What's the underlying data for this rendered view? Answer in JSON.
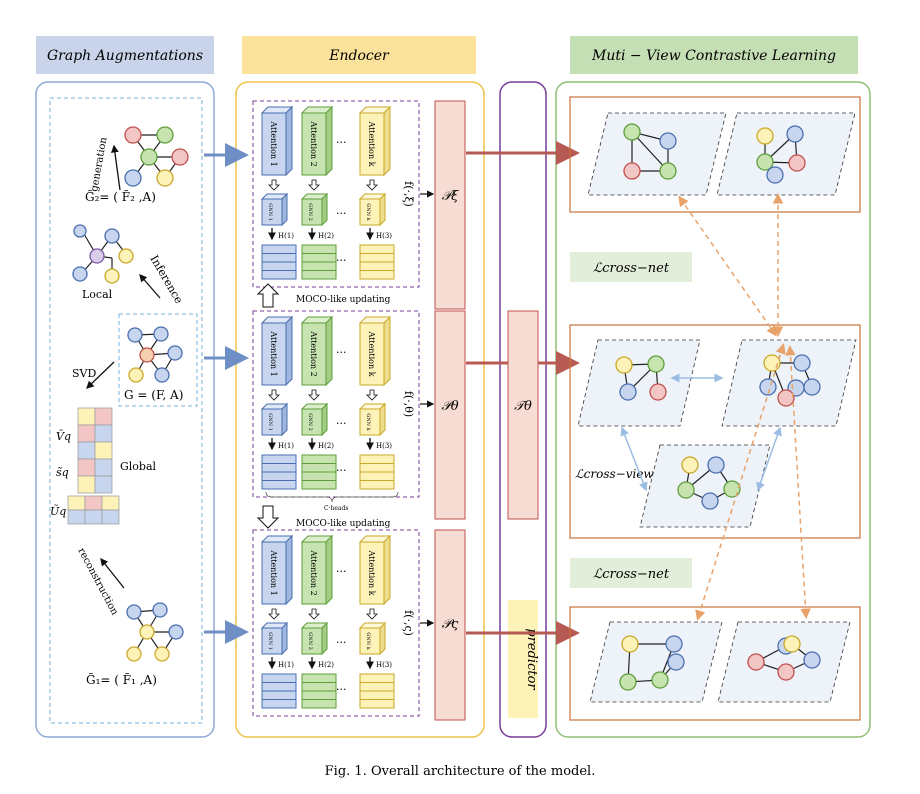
{
  "headers": {
    "graph_aug": "Graph Augmentations",
    "encoder": "Endocer",
    "mvcl": "Muti − View Contrastive Learning"
  },
  "left": {
    "generation": "generation",
    "g2": "G̃₂= ( F̃₂ ,A)",
    "inference": "Inference",
    "local": "Local",
    "svd": "SVD",
    "g": "G = (F, A)",
    "v_q": "Ṽq",
    "s_q": "s̃q",
    "u_q": "Ũq",
    "global": "Global",
    "reconstruction": "reconstruction",
    "g1": "G̃₁= ( F̃₁ ,A)"
  },
  "encoder": {
    "attn1": "Attention 1",
    "attn2": "Attention 2",
    "attnk": "Attention k",
    "gnn1": "GNN 1",
    "gnn2": "GNN 2",
    "gnnk": "GNN k",
    "h1": "H(1)",
    "h2": "H(2)",
    "h3": "H(3)",
    "dots": "···",
    "moco": "MOCO-like updating",
    "f_xi": "f(·,ξ)",
    "f_theta": "f(·,θ)",
    "f_varsigma": "f(·,ς)",
    "nheads": "C·heads",
    "p_xi": "𝒫ξ",
    "p_theta": "𝒫θ",
    "p_varsigma": "𝒫ς"
  },
  "middle": {
    "t_theta": "𝒯θ",
    "predictor": "predictor"
  },
  "right": {
    "l_cross_net_1": "ℒcross−net",
    "l_cross_view": "ℒcross−view",
    "l_cross_net_2": "ℒcross−net"
  },
  "caption": "Fig. 1.  Overall architecture of the model.",
  "colors": {
    "aug_header": "#c9d3ea",
    "enc_header": "#fbe29a",
    "mvcl_header": "#c5dfb4",
    "blue_node": "#c7d6ee",
    "green_node": "#c6e3b0",
    "red_node": "#f3c6c6",
    "orange_node": "#f6cfae",
    "yellow_node": "#fdf2b8",
    "purple_node": "#d9cde9",
    "p_box": "#f7dcd3",
    "arrow_red": "#b75a53",
    "arrow_blue": "#6e8fc6",
    "dashed_orange": "#e8a36a"
  }
}
